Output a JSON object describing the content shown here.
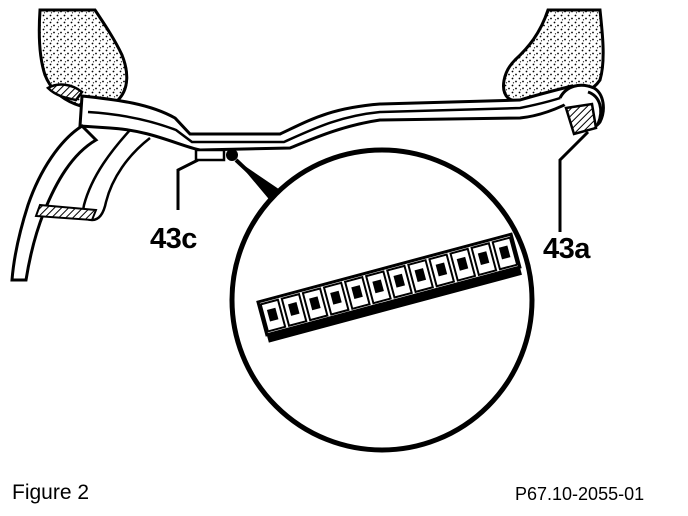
{
  "figure": {
    "caption": "Figure 2",
    "reference_code": "P67.10-2055-01"
  },
  "callouts": {
    "left": "43c",
    "right": "43a"
  },
  "weights": {
    "segment_count": 12
  },
  "icons": {
    "left_wheel_weight": "clip-on-wheel-weight-icon",
    "right_wheel_weight": "adhesive-wheel-weight-strip-icon"
  }
}
